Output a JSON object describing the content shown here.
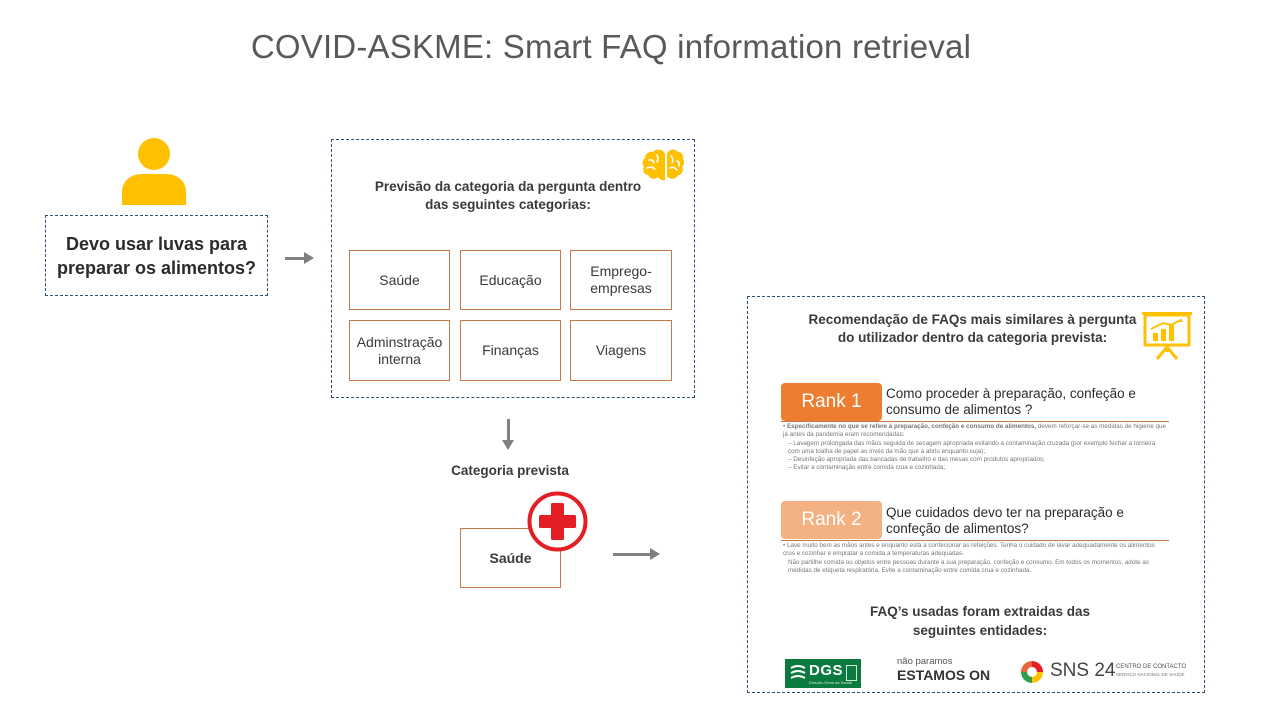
{
  "title": "COVID-ASKME: Smart FAQ information retrieval",
  "question": {
    "text": "Devo usar luvas para preparar  os alimentos?"
  },
  "prediction": {
    "title": "Previsão da categoria da pergunta dentro das seguintes categorias:",
    "categories": [
      "Saúde",
      "Educação",
      "Emprego-empresas",
      "Adminstração interna",
      "Finanças",
      "Viagens"
    ]
  },
  "predicted": {
    "label": "Categoria prevista",
    "value": "Saúde"
  },
  "recommendation": {
    "title": "Recomendação de FAQs  mais similares  à pergunta do utilizador dentro da categoria prevista:",
    "ranks": [
      {
        "badge": "Rank 1",
        "question": "Como proceder à preparação, confeção e consumo de alimentos ?",
        "answer_bold": "Especificamente no que se refere à preparação, confeção e consumo de alimentos,",
        "answer_rest": " devem reforçar-se as medidas de higiene que já antes da pandemia eram recomendadas:",
        "answer_lines": [
          "– Lavagem prolongada das mãos seguida de secagem apropriada evitando a contaminação cruzada (por exemplo fechar a torneira com uma toalha de papel ao invés da mão que a abriu enquanto suja);",
          "– Desinfeção apropriada das bancadas de trabalho e das mesas com produtos apropriados;",
          "– Evitar a contaminação entre comida crua e cozinhada;"
        ],
        "color": "#ed7d31"
      },
      {
        "badge": "Rank 2",
        "question": "Que cuidados devo ter na preparação e confeção de alimentos?",
        "answer_lines": [
          "Lave muito bem as mãos antes e enquanto está a confecionar as refeições. Tenha o cuidado de lavar adequadamente os alimentos crus e cozinhar e empratar a comida a temperaturas adequadas.",
          "Não partilhe comida ou objetos entre pessoas durante a sua preparação, confeção e consumo.  Em todos os momentos,  adote as medidas de etiqueta respiratória. Evite a contaminação entre comida crua e cozinhada."
        ],
        "color": "#f4b183"
      }
    ],
    "sources_title": "FAQ’s usadas foram extraidas das seguintes entidades:",
    "logos": {
      "dgs": "DGS",
      "dgs_sub": "Direção-Geral da Saúde",
      "estamos_small": "não paramos",
      "estamos_big": "ESTAMOS",
      "estamos_on": "ON",
      "sns": "SNS 24",
      "sns_sub1": "CENTRO DE CONTACTO",
      "sns_sub2": "SERVIÇO NACIONAL DE SAÚDE"
    }
  },
  "colors": {
    "accent_orange": "#ed7d31",
    "light_orange": "#f4b183",
    "box_border": "#c5784a",
    "icon_yellow": "#ffc000",
    "dashed_blue": "#2f4f7a",
    "red_cross": "#e31e24",
    "dgs_green": "#0b7a3e"
  },
  "icons": [
    "user-icon",
    "brain-icon",
    "presentation-chart-icon",
    "red-cross-icon"
  ]
}
